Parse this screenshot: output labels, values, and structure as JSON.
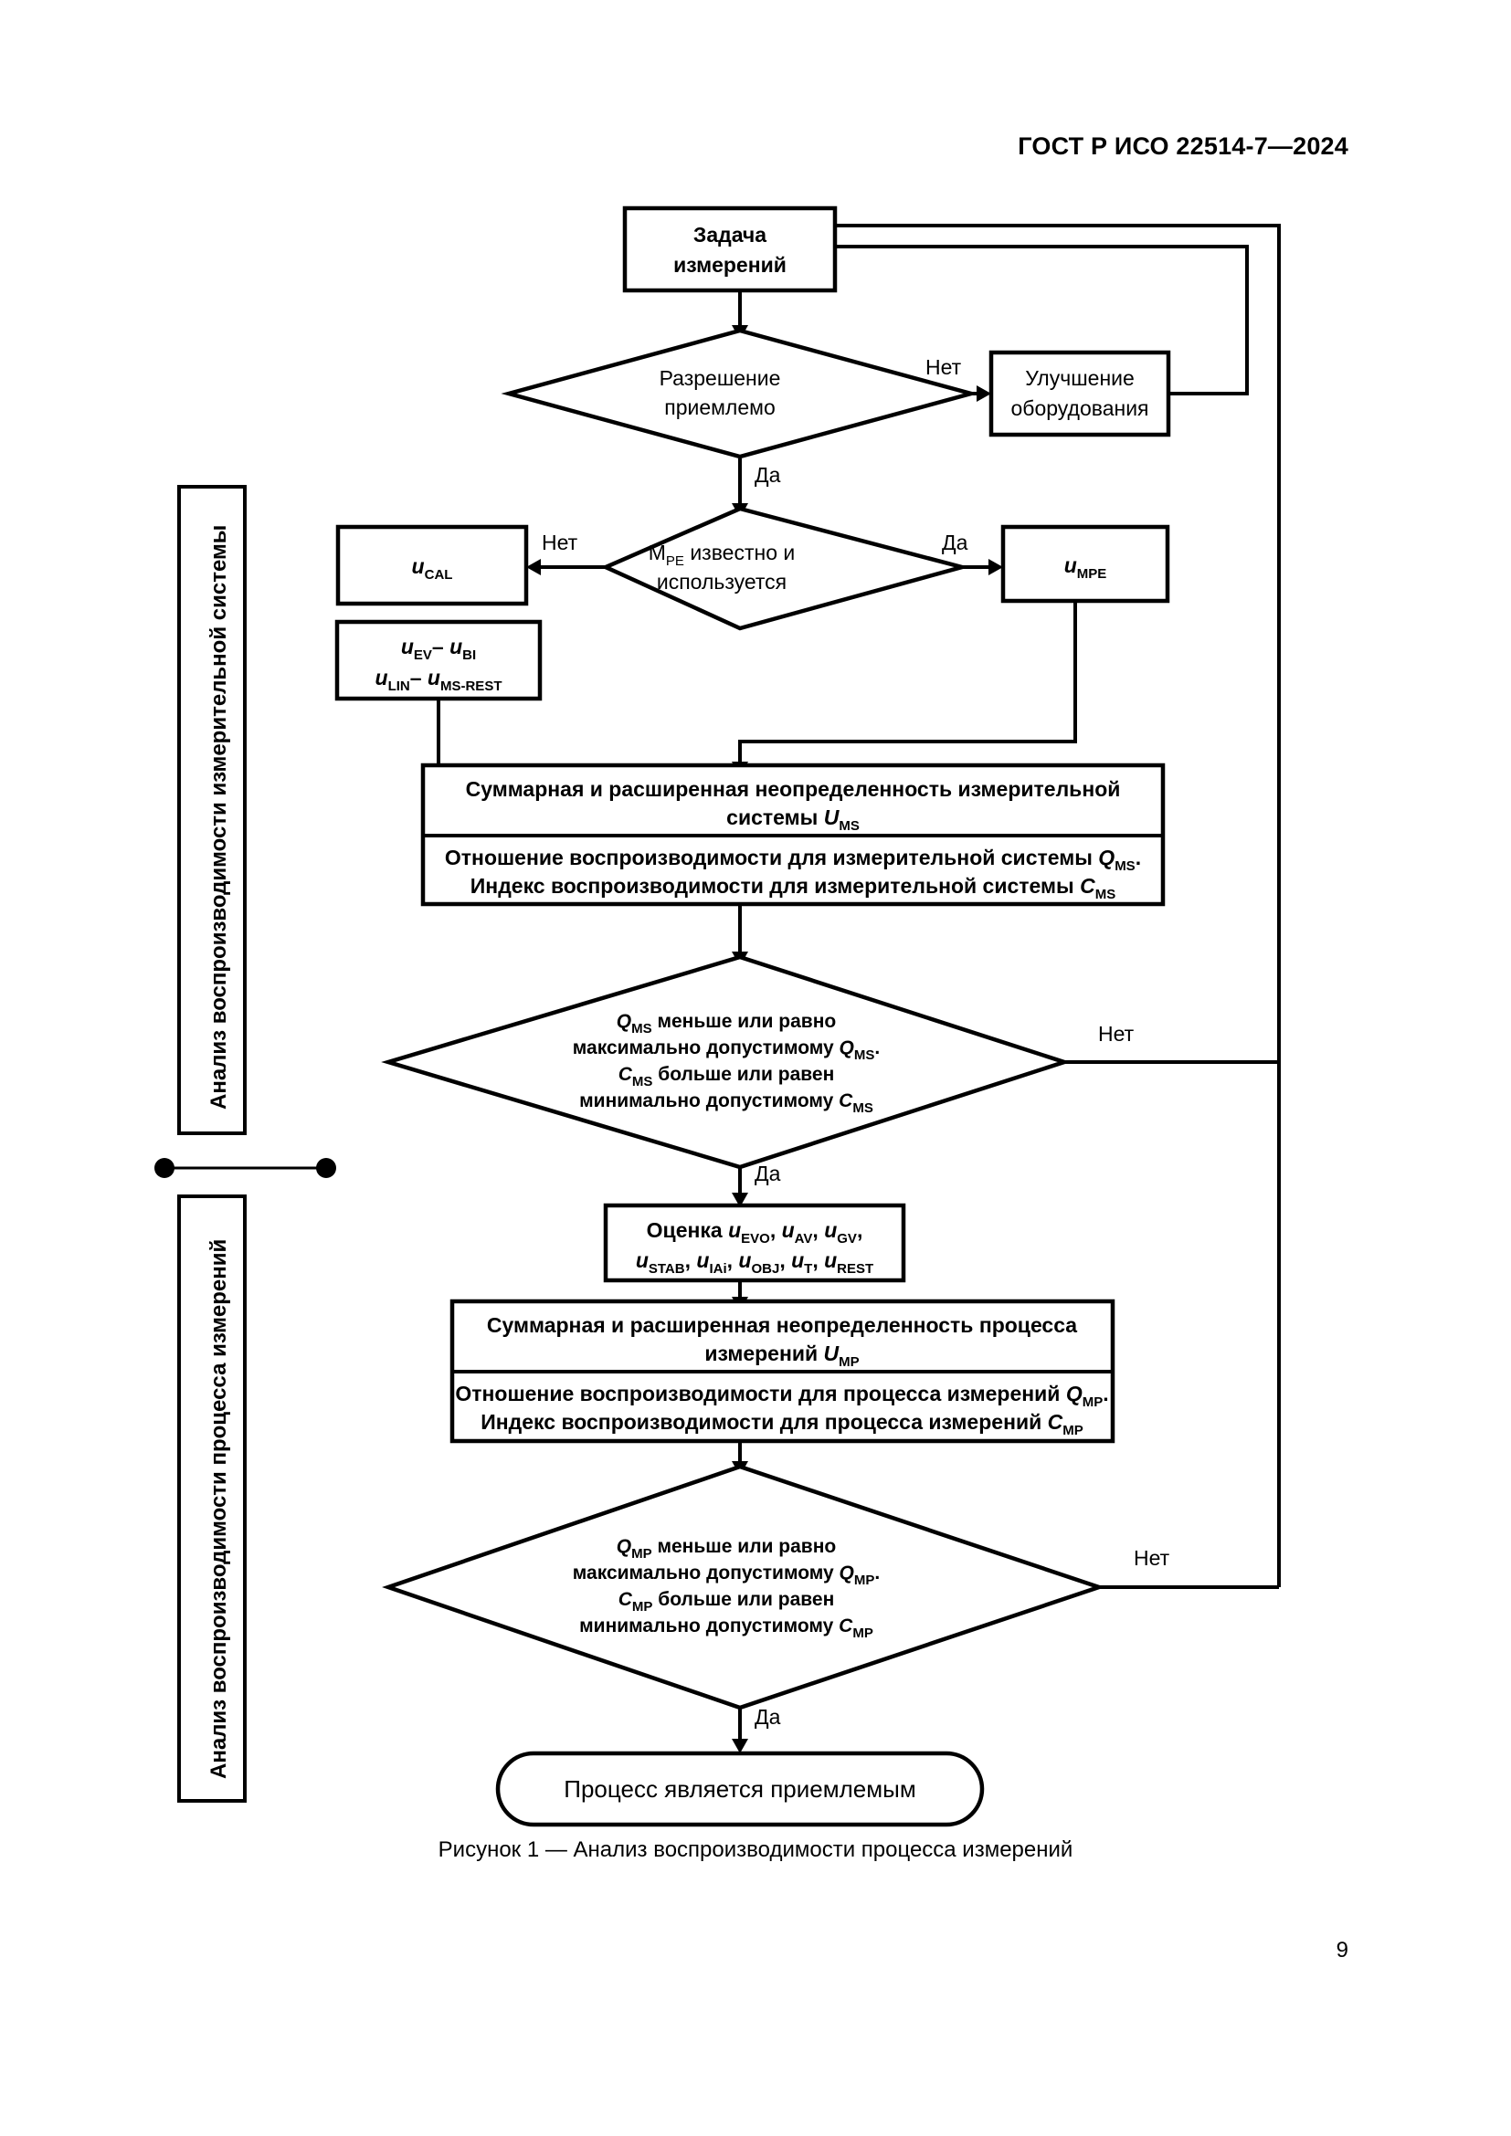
{
  "document": {
    "header": "ГОСТ Р ИСО 22514-7—2024",
    "page_number": "9",
    "caption": "Рисунок 1 — Анализ воспроизводимости процесса измерений"
  },
  "side_labels": {
    "upper": "Анализ воспроизводимости измерительной системы",
    "lower": "Анализ воспроизводимости процесса измерений"
  },
  "edge_labels": {
    "yes": "Да",
    "no": "Нет"
  },
  "flowchart": {
    "start": {
      "line1": "Задача",
      "line2": "измерений"
    },
    "decision_resolution": {
      "line1": "Разрешение",
      "line2": "приемлемо"
    },
    "improve_equipment": {
      "line1": "Улучшение",
      "line2": "оборудования"
    },
    "decision_mpe": {
      "line1": "M",
      "line1_sub": "PE",
      "line1_rest": " известно и",
      "line2": "используется"
    },
    "u_cal": {
      "sym": "u",
      "sub": "CAL"
    },
    "u_mpe": {
      "sym": "u",
      "sub": "MPE"
    },
    "u_components": {
      "row1": [
        {
          "sym": "u",
          "sub": "EV"
        },
        {
          "sym": "u",
          "sub": "BI"
        }
      ],
      "row2": [
        {
          "sym": "u",
          "sub": "LIN"
        },
        {
          "sym": "u",
          "sub": "MS-REST"
        }
      ],
      "sep": "–"
    },
    "ms_summary": {
      "top_line1": "Суммарная и расширенная неопределенность измерительной",
      "top_line2_a": "системы ",
      "top_line2_sym": "U",
      "top_line2_sub": "MS",
      "bot_line1_a": "Отношение воспроизводимости для измерительной системы ",
      "bot_line1_sym": "Q",
      "bot_line1_sub": "MS",
      "bot_line1_end": ".",
      "bot_line2_a": "Индекс воспроизводимости для измерительной системы ",
      "bot_line2_sym": "C",
      "bot_line2_sub": "MS"
    },
    "decision_ms": {
      "l1_sym": "Q",
      "l1_sub": "MS",
      "l1_rest": " меньше или равно",
      "l2_a": "максимально допустимому ",
      "l2_sym": "Q",
      "l2_sub": "MS",
      "l2_end": ".",
      "l3_sym": "C",
      "l3_sub": "MS",
      "l3_rest": " больше или равен",
      "l4_a": "минимально допустимому ",
      "l4_sym": "C",
      "l4_sub": "MS"
    },
    "evaluate": {
      "label": "Оценка ",
      "row1": [
        {
          "sym": "u",
          "sub": "EVO"
        },
        {
          "sym": "u",
          "sub": "AV"
        },
        {
          "sym": "u",
          "sub": "GV"
        }
      ],
      "row2": [
        {
          "sym": "u",
          "sub": "STAB"
        },
        {
          "sym": "u",
          "sub": "IAi"
        },
        {
          "sym": "u",
          "sub": "OBJ"
        },
        {
          "sym": "u",
          "sub": "T"
        },
        {
          "sym": "u",
          "sub": "REST"
        }
      ]
    },
    "mp_summary": {
      "top_line1": "Суммарная и расширенная неопределенность процесса",
      "top_line2_a": "измерений ",
      "top_line2_sym": "U",
      "top_line2_sub": "MP",
      "bot_line1_a": "Отношение воспроизводимости для процесса измерений ",
      "bot_line1_sym": "Q",
      "bot_line1_sub": "MP",
      "bot_line1_end": ".",
      "bot_line2_a": "Индекс воспроизводимости для процесса измерений ",
      "bot_line2_sym": "C",
      "bot_line2_sub": "MP"
    },
    "decision_mp": {
      "l1_sym": "Q",
      "l1_sub": "MP",
      "l1_rest": " меньше или равно",
      "l2_a": "максимально допустимому ",
      "l2_sym": "Q",
      "l2_sub": "MP",
      "l2_end": ".",
      "l3_sym": "C",
      "l3_sub": "MP",
      "l3_rest": " больше или равен",
      "l4_a": "минимально допустимому ",
      "l4_sym": "C",
      "l4_sub": "MP"
    },
    "end": "Процесс является приемлемым"
  }
}
